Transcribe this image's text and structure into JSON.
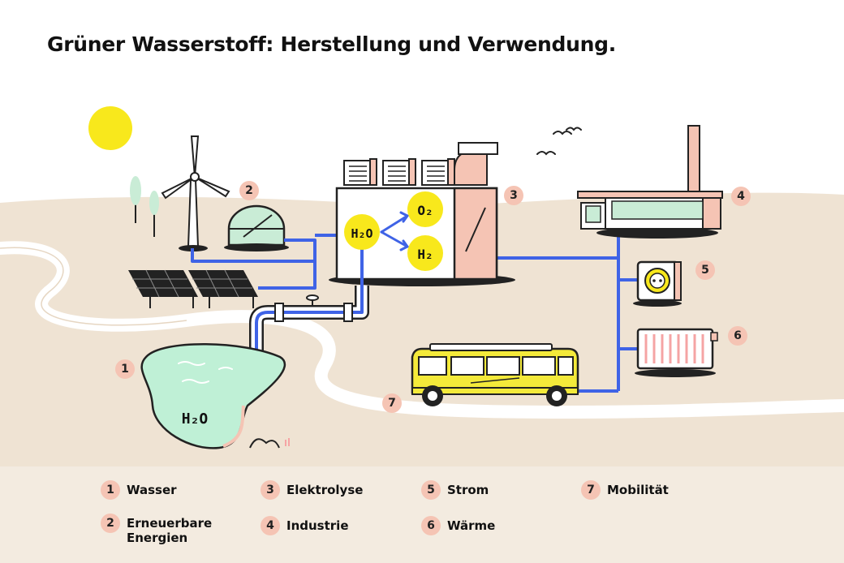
{
  "title": "Grüner Wasserstoff: Herstellung und Verwendung.",
  "diagram": {
    "lake_label": "H₂O",
    "electrolyzer": {
      "input": "H₂O",
      "output_oxygen": "O₂",
      "output_hydrogen": "H₂"
    },
    "markers": [
      {
        "number": "1",
        "target": "lake"
      },
      {
        "number": "2",
        "target": "renewables"
      },
      {
        "number": "3",
        "target": "electrolyzer"
      },
      {
        "number": "4",
        "target": "factory"
      },
      {
        "number": "5",
        "target": "socket"
      },
      {
        "number": "6",
        "target": "radiator"
      },
      {
        "number": "7",
        "target": "bus"
      }
    ]
  },
  "legend": [
    {
      "number": "1",
      "label": "Wasser"
    },
    {
      "number": "2",
      "label": "Erneuerbare Energien"
    },
    {
      "number": "3",
      "label": "Elektrolyse"
    },
    {
      "number": "4",
      "label": "Industrie"
    },
    {
      "number": "5",
      "label": "Strom"
    },
    {
      "number": "6",
      "label": "Wärme"
    },
    {
      "number": "7",
      "label": "Mobilität"
    }
  ],
  "colors": {
    "ground": "#efe3d3",
    "path": "#ffffff",
    "pipe": "#3f63e6",
    "water": "#bff0d6",
    "sun": "#f8e81c",
    "accent_pink": "#f5c4b4",
    "bus_yellow": "#f4ea3a"
  }
}
